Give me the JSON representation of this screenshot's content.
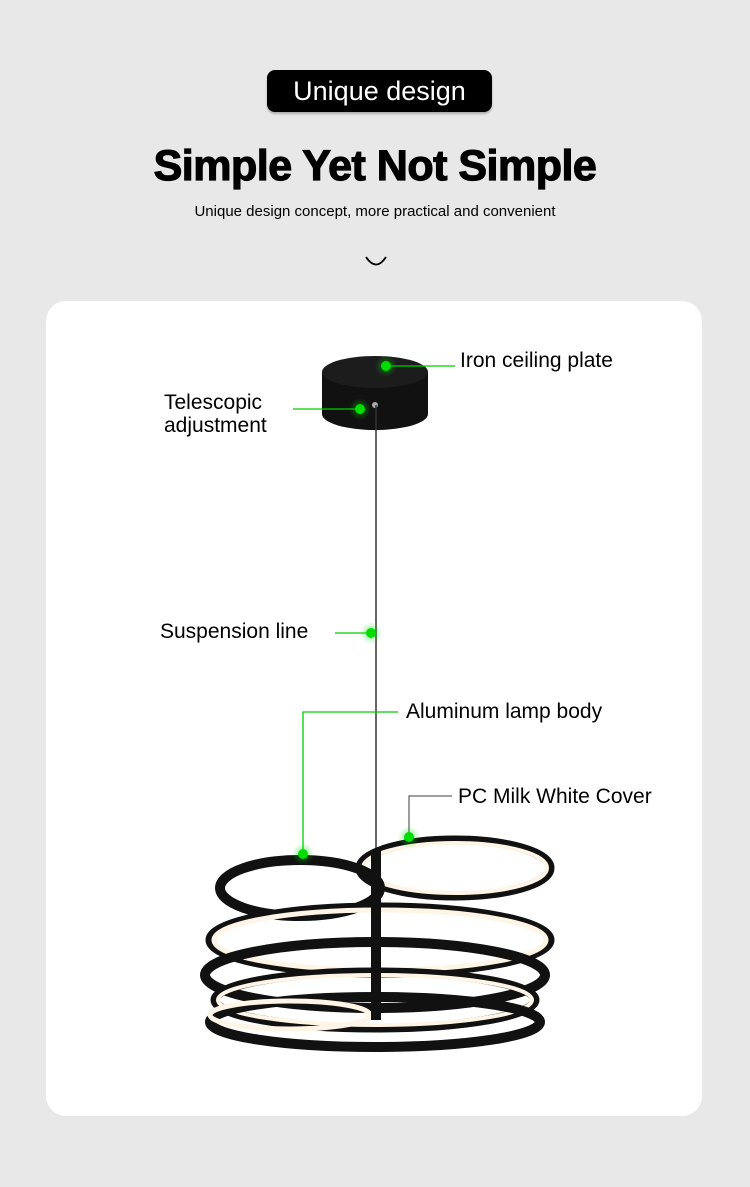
{
  "header": {
    "badge": "Unique design",
    "title": "Simple Yet Not Simple",
    "subtitle": "Unique design concept, more practical and convenient"
  },
  "callouts": {
    "ceiling_plate": "Iron ceiling plate",
    "telescopic_line1": "Telescopic",
    "telescopic_line2": "adjustment",
    "suspension": "Suspension line",
    "lamp_body": "Aluminum lamp body",
    "cover": "PC Milk White Cover"
  },
  "colors": {
    "background": "#e8e8e8",
    "accent": "#00cc00",
    "card": "#ffffff"
  }
}
